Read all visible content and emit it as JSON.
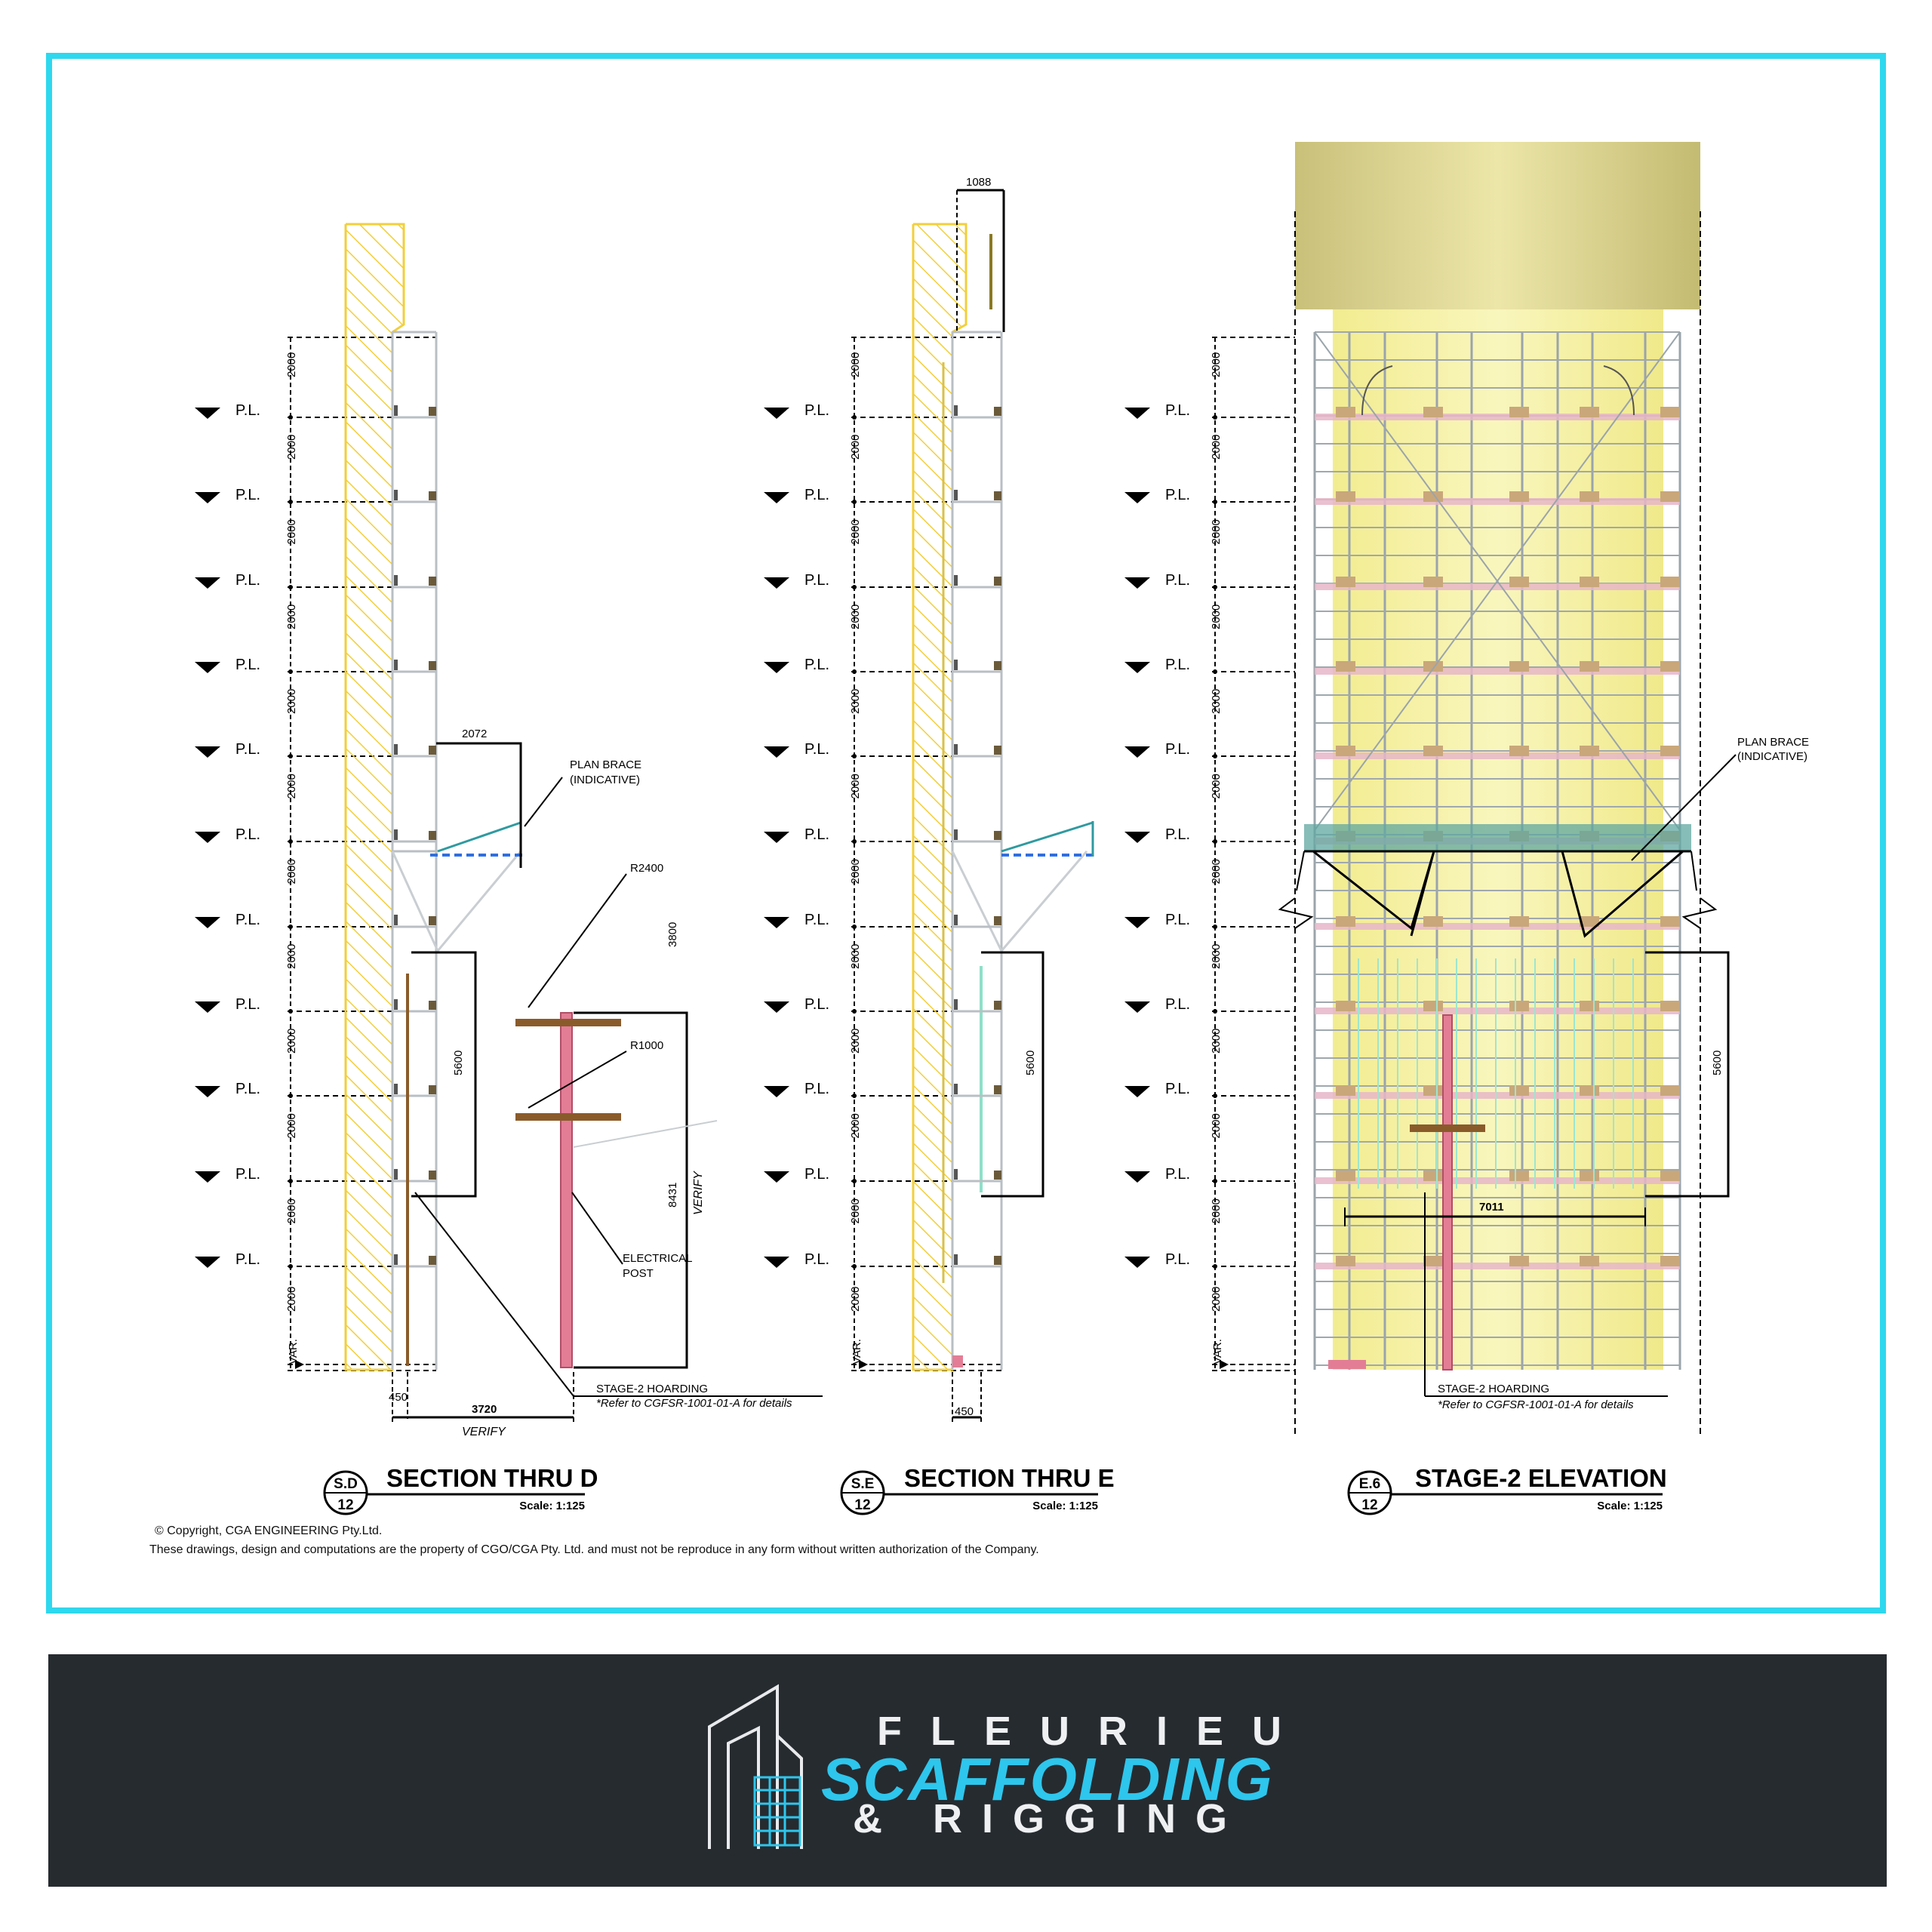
{
  "levels": {
    "pl_label": "P.L.",
    "height_label": "2000",
    "var_label": "VAR."
  },
  "section_d": {
    "bubble_top": "S.D",
    "bubble_bottom": "12",
    "title": "SECTION THRU D",
    "scale": "Scale: 1:125",
    "dim_2072": "2072",
    "plan_brace": "PLAN BRACE",
    "plan_brace_2": "(INDICATIVE)",
    "r2400": "R2400",
    "r1000": "R1000",
    "dim_3800": "3800",
    "dim_5600": "5600",
    "dim_8431": "8431",
    "verify_v": "VERIFY",
    "electrical": "ELECTRICAL",
    "post": "POST",
    "dim_450": "450",
    "dim_3720": "3720",
    "verify": "VERIFY",
    "hoarding": "STAGE-2 HOARDING",
    "refer": "*Refer to CGFSR-1001-01-A for details"
  },
  "section_e": {
    "bubble_top": "S.E",
    "bubble_bottom": "12",
    "title": "SECTION THRU E",
    "scale": "Scale: 1:125",
    "dim_1088": "1088",
    "dim_5600": "5600",
    "dim_450": "450"
  },
  "elevation": {
    "bubble_top": "E.6",
    "bubble_bottom": "12",
    "title": "STAGE-2 ELEVATION",
    "scale": "Scale: 1:125",
    "plan_brace": "PLAN BRACE",
    "plan_brace_2": "(INDICATIVE)",
    "dim_5600": "5600",
    "dim_7011": "7011",
    "hoarding": "STAGE-2 HOARDING",
    "refer": "*Refer to CGFSR-1001-01-A for details"
  },
  "copyright": {
    "line1": "©     Copyright, CGA ENGINEERING Pty.Ltd.",
    "line2": "These drawings, design and computations are the property of CGO/CGA Pty. Ltd. and must not be reproduce in any form without written authorization of the Company."
  },
  "logo": {
    "line1": "FLEURIEU",
    "line2": "SCAFFOLDING",
    "line3": "& RIGGING"
  },
  "colors": {
    "frame": "#2ed8ee",
    "footer": "#262b30",
    "brand": "#2ec6ec",
    "wall": "#f2cf3c",
    "post": "#e37d96"
  }
}
